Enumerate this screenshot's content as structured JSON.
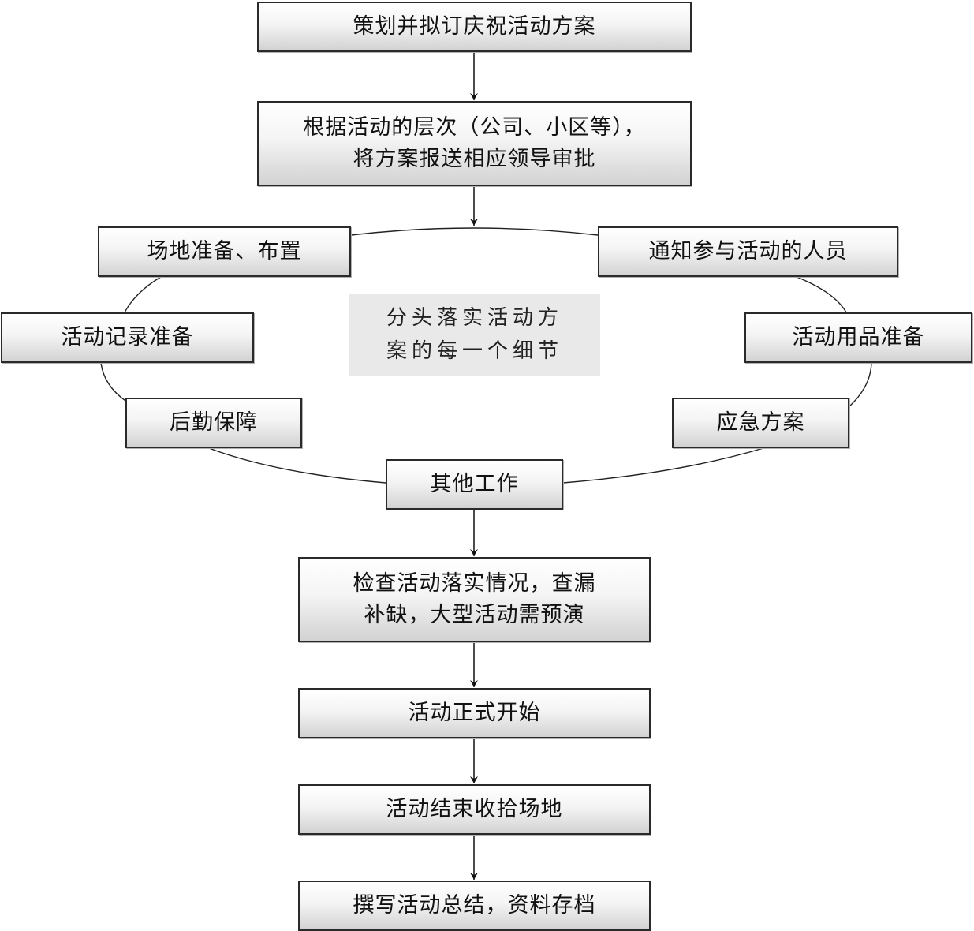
{
  "diagram": {
    "steps": {
      "plan": "策划并拟订庆祝活动方案",
      "approve_line1": "根据活动的层次（公司、小区等），",
      "approve_line2": "将方案报送相应领导审批",
      "check_line1": "检查活动落实情况，查漏",
      "check_line2": "补缺，大型活动需预演",
      "start": "活动正式开始",
      "cleanup": "活动结束收拾场地",
      "summary": "撰写活动总结，资料存档"
    },
    "cycle": {
      "venue": "场地准备、布置",
      "notify": "通知参与活动的人员",
      "record": "活动记录准备",
      "supplies": "活动用品准备",
      "logistics": "后勤保障",
      "contingency": "应急方案",
      "other": "其他工作"
    },
    "center_note": {
      "line1": "分头落实活动方",
      "line2": "案的每一个细节"
    }
  }
}
